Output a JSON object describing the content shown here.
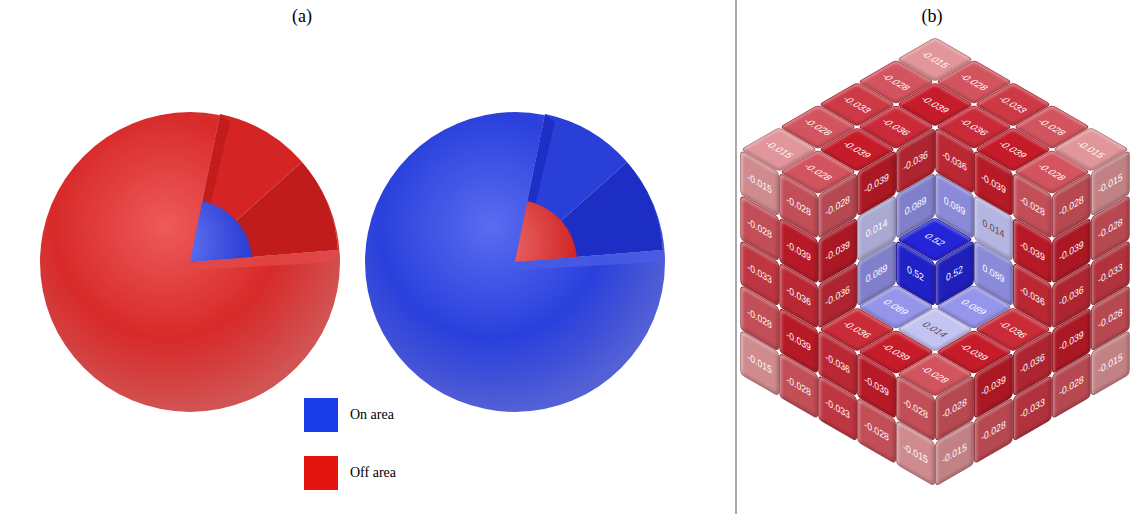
{
  "diagram": {
    "labels": [
      "(a)",
      "(b)",
      "-0.015",
      "-0.028",
      "-0.033",
      "-0.028",
      "-0.015",
      "-0.028",
      "-0.039",
      "-0.036",
      "-0.039",
      "-0.028",
      "-0.033",
      "-0.036",
      "0.52",
      "0.089",
      "-0.036",
      "-0.028",
      "-0.039",
      "0.089",
      "0.014",
      "-0.039",
      "-0.015",
      "-0.028",
      "-0.036",
      "-0.039",
      "-0.028",
      "-0.015",
      "-0.028",
      "-0.033",
      "-0.028",
      "-0.015",
      "-0.028",
      "-0.039",
      "-0.036",
      "-0.039",
      "-0.028",
      "-0.033",
      "-0.036",
      "0.52",
      "0.089",
      "-0.036",
      "-0.028",
      "-0.039",
      "0.089",
      "0.014",
      "-0.039",
      "-0.015",
      "-0.028",
      "-0.036",
      "-0.039",
      "-0.028",
      "-0.015",
      "-0.028",
      "-0.033",
      "-0.028",
      "-0.015",
      "-0.028",
      "-0.039",
      "-0.036",
      "-0.039",
      "-0.028",
      "-0.033",
      "-0.036",
      "0.52",
      "0.089",
      "-0.036",
      "-0.028",
      "-0.039",
      "0.089",
      "0.014",
      "-0.039",
      "-0.015",
      "-0.028",
      "-0.036",
      "-0.039",
      "-0.028"
    ],
    "legend": [
      {
        "text": "On area",
        "color": "#1a3ce6"
      },
      {
        "text": "Off area",
        "color": "#e4140e"
      }
    ]
  }
}
